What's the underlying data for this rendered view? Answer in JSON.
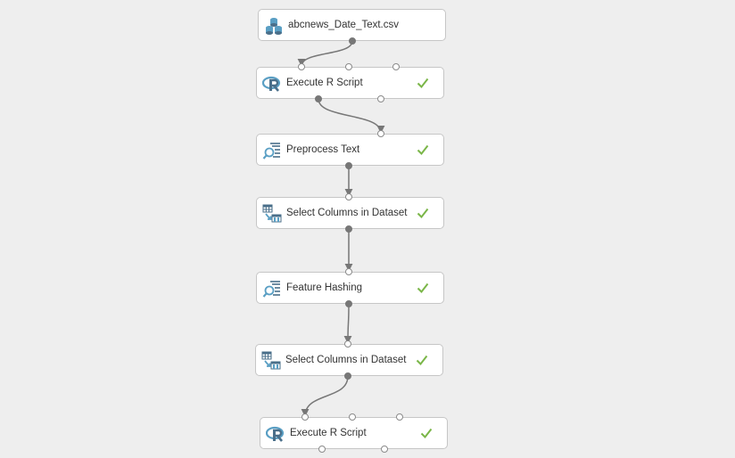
{
  "graph": {
    "nodes": [
      {
        "label": "abcnews_Date_Text.csv",
        "icon": "dataset-icon",
        "status": "none"
      },
      {
        "label": "Execute R Script",
        "icon": "r-script-icon",
        "status": "completed"
      },
      {
        "label": "Preprocess Text",
        "icon": "text-analytics-icon",
        "status": "completed"
      },
      {
        "label": "Select Columns in Dataset",
        "icon": "select-columns-icon",
        "status": "completed"
      },
      {
        "label": "Feature Hashing",
        "icon": "text-analytics-icon",
        "status": "completed"
      },
      {
        "label": "Select Columns in Dataset",
        "icon": "select-columns-icon",
        "status": "completed"
      },
      {
        "label": "Execute R Script",
        "icon": "r-script-icon",
        "status": "completed"
      }
    ],
    "connections": [
      {
        "from": 0,
        "to": 1
      },
      {
        "from": 1,
        "to": 2
      },
      {
        "from": 2,
        "to": 3
      },
      {
        "from": 3,
        "to": 4
      },
      {
        "from": 4,
        "to": 5
      },
      {
        "from": 5,
        "to": 6
      }
    ]
  },
  "colors": {
    "icon_blue": "#5a9fc4",
    "icon_dark": "#4a6f8a",
    "check_green": "#7ab648",
    "connector": "#777777"
  }
}
